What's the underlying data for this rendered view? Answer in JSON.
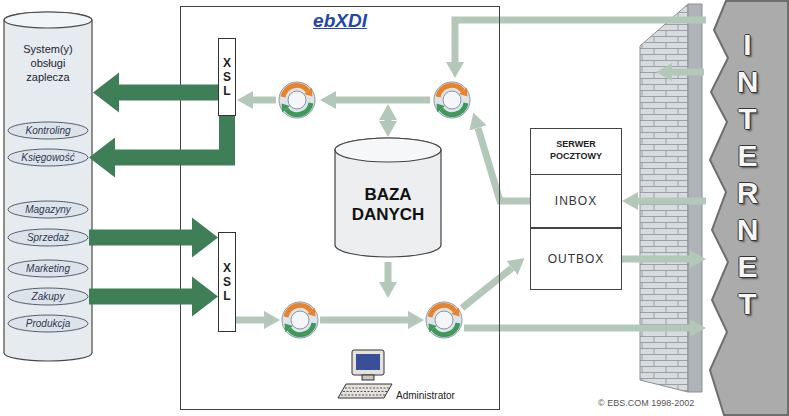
{
  "diagram": {
    "nodes": [
      {
        "text": [
          "System(y) obsługi zaplecza"
        ]
      },
      {
        "text": [
          "Kontroling"
        ],
        "in": 0
      },
      {
        "text": [
          "Księgowość"
        ],
        "in": 0
      },
      {
        "text": [
          "Magazyny"
        ],
        "in": 0
      },
      {
        "text": [
          "Sprzedaż"
        ],
        "in": 0
      },
      {
        "text": [
          "Marketing"
        ],
        "in": 0
      },
      {
        "text": [
          "Zakupy"
        ],
        "in": 0
      },
      {
        "text": [
          "Produkcja"
        ],
        "in": 0
      },
      {
        "text": [
          "ebXDI"
        ]
      },
      {
        "text": [
          "XSL"
        ],
        "in": 8
      },
      {
        "text": [
          "BAZA DANYCH"
        ],
        "in": 8
      },
      {
        "text": [
          "XSL"
        ],
        "in": 8
      },
      {
        "text": [
          "SERWER POCZTOWY"
        ]
      },
      {
        "text": [
          "INBOX"
        ],
        "in": 12
      },
      {
        "text": [
          "OUTBOX"
        ],
        "in": 12
      },
      {
        "text": [
          "INTERNET"
        ]
      }
    ],
    "edges": [
      {
        "from": 9,
        "to": 0,
        "arrow": "to"
      },
      {
        "from": 9,
        "to": 2,
        "arrow": "to"
      },
      {
        "from": 4,
        "to": 11,
        "arrow": "to"
      },
      {
        "from": 6,
        "to": 11,
        "arrow": "to"
      },
      {
        "from": 15,
        "to": 13,
        "arrow": "to"
      },
      {
        "from": 14,
        "to": 15,
        "arrow": "to"
      }
    ],
    "labels": [
      "Administrator",
      "© EBS.COM 1998-2002"
    ]
  }
}
